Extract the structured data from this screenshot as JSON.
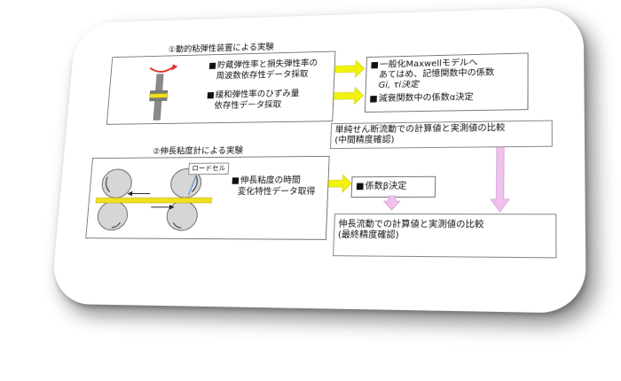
{
  "experiment1": {
    "title": "①動的粘弾性装置による実験",
    "item1_line1": "貯蔵弾性率と損失弾性率の",
    "item1_line2": "周波数依存性データ採取",
    "item2_line1": "緩和弾性率のひずみ量",
    "item2_line2": "依存性データ採取"
  },
  "result1": {
    "line1": "一般化Maxwellモデルへ",
    "line2": "あてはめ、記憶関数中の係数",
    "line3": "Gi, τi決定",
    "line4": "減衰関数中の係数α決定"
  },
  "compare1": {
    "line1": "単純せん断流動での計算値と実測値の比較",
    "line2": "(中間精度確認)"
  },
  "experiment2": {
    "title": "②伸長粘度計による実験",
    "loadcell_label": "ロードセル",
    "item_line1": "伸長粘度の時間",
    "item_line2": "変化特性データ取得"
  },
  "result2": {
    "line1": "係数β決定"
  },
  "compare2": {
    "line1": "伸長流動での計算値と実測値の比較",
    "line2": "(最終精度確認)"
  },
  "colors": {
    "yellow_arrow": "#f2f20a",
    "pink_arrow": "#f0c0ee",
    "rotation_arrow": "#e0302a",
    "sample_band": "#f0e020",
    "roller_fill": "#d6d6d6"
  }
}
